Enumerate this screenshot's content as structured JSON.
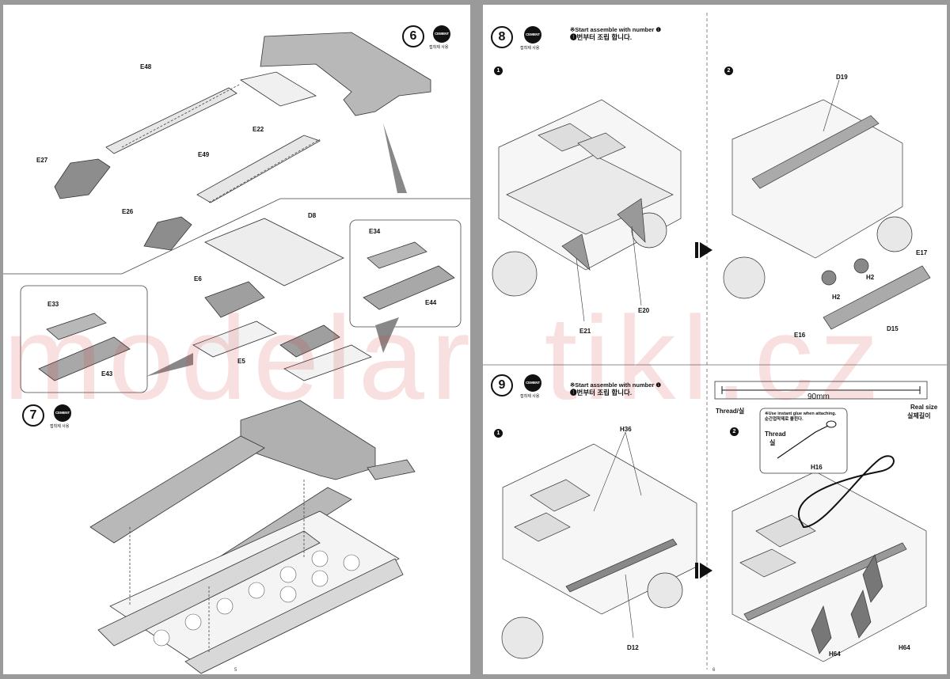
{
  "watermark": "modelartikl.cz",
  "left_page": {
    "folio": "5",
    "step6": {
      "number": "6",
      "cement_label": "CEMENT",
      "cement_caption": "접착제 사용",
      "parts": [
        "E48",
        "E22",
        "E27",
        "E49",
        "E26",
        "D8",
        "E6",
        "E34",
        "E33",
        "E44",
        "E43",
        "E5"
      ]
    },
    "step7": {
      "number": "7",
      "cement_label": "CEMENT",
      "cement_caption": "접착제 사용"
    }
  },
  "right_page": {
    "folio": "6",
    "step8": {
      "number": "8",
      "cement_label": "CEMENT",
      "cement_caption": "접착제 사용",
      "note_en": "※Start assemble with number ❶",
      "note_ko": "❶번부터 조립 합니다.",
      "sub1": "1",
      "sub2": "2",
      "parts_sub1": [
        "E21",
        "E20"
      ],
      "parts_sub2": [
        "D19",
        "E17",
        "H2",
        "H2",
        "E16",
        "D15"
      ]
    },
    "step9": {
      "number": "9",
      "cement_label": "CEMENT",
      "cement_caption": "접착제 사용",
      "note_en": "※Start assemble with number ❶",
      "note_ko": "❶번부터 조립 합니다.",
      "sub1": "1",
      "sub2": "2",
      "parts_sub1": [
        "H36",
        "D12"
      ],
      "parts_sub2": [
        "H16",
        "H64",
        "H64"
      ],
      "ruler_length": "90mm",
      "thread_label": "Thread/실",
      "real_size": "Real size",
      "real_size_ko": "실제길이",
      "glue_note_en": "※Use instant glue when attaching.",
      "glue_note_ko": "순간접착제로 붙힌다.",
      "thread_callout": "Thread",
      "thread_callout_ko": "실"
    }
  }
}
